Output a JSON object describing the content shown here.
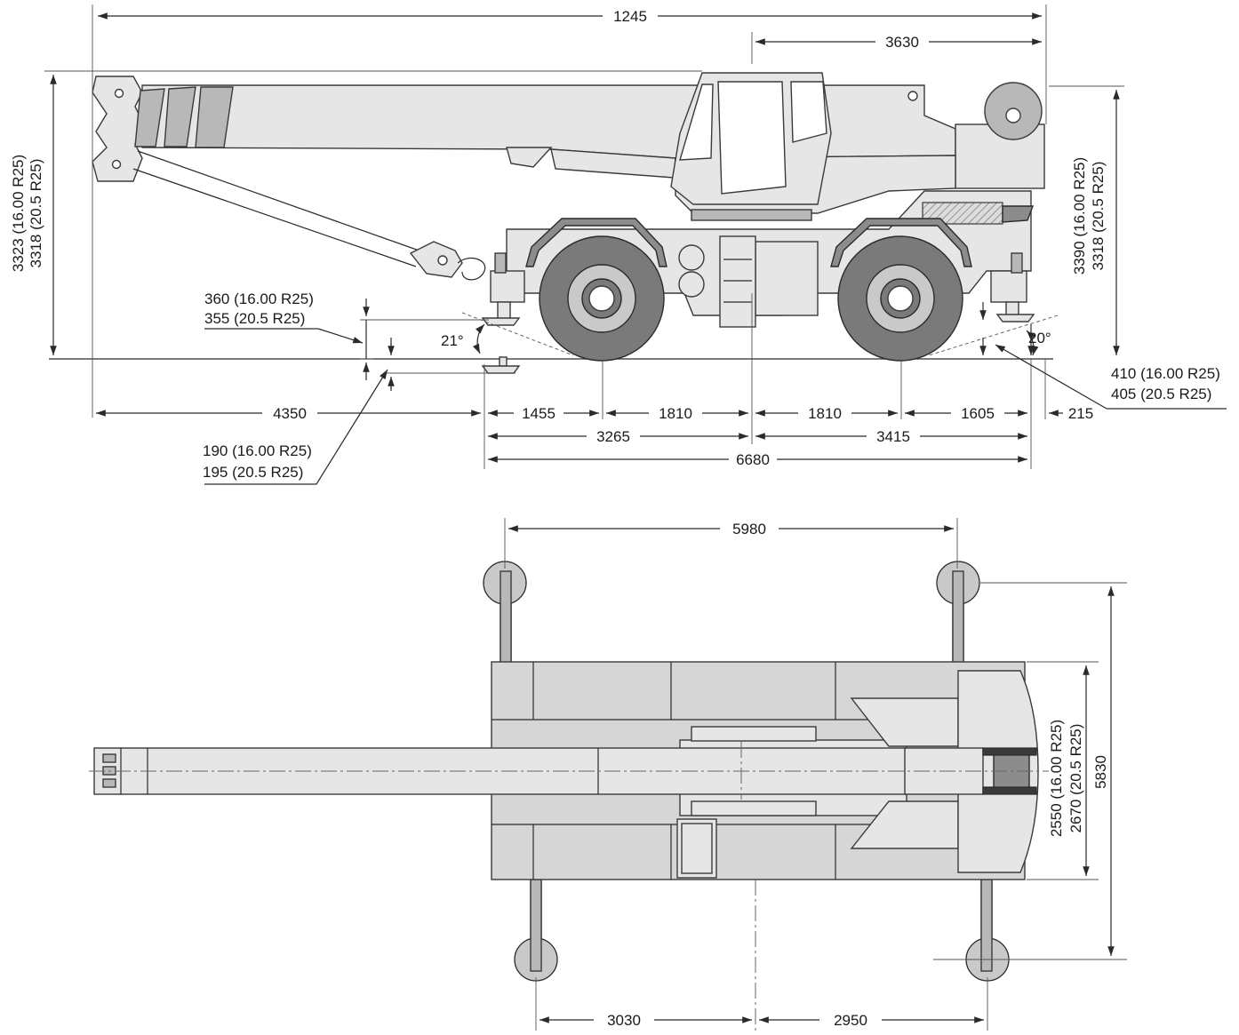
{
  "side_view": {
    "overall_length": "1245",
    "rear_to_slew_center": "3630",
    "boom_overhang": "4350",
    "front_outrigger_to_front_axle": "1455",
    "front_axle_to_center": "1810",
    "center_to_rear_axle": "1810",
    "rear_axle_to_rear_outrigger": "1605",
    "rear_outrigger_overhang": "215",
    "front_outrigger_to_center": "3265",
    "center_to_rear_outrigger": "3415",
    "outrigger_base_length": "6680",
    "approach_angle": "21°",
    "departure_angle": "20°",
    "front_height_16": "3323 (16.00 R25)",
    "front_height_20": "3318 (20.5 R25)",
    "rear_height_16": "3390 (16.00 R25)",
    "rear_height_20": "3318 (20.5 R25)",
    "front_clearance_16": "360 (16.00 R25)",
    "front_clearance_20": "355 (20.5 R25)",
    "outrigger_pad_16": "190 (16.00 R25)",
    "outrigger_pad_20": "195 (20.5 R25)",
    "rear_clearance_16": "410 (16.00 R25)",
    "rear_clearance_20": "405 (20.5 R25)"
  },
  "top_view": {
    "outrigger_spread_length": "5980",
    "outrigger_spread_width": "5830",
    "width_16": "2550 (16.00 R25)",
    "width_20": "2670 (20.5 R25)",
    "front_outrigger_to_center": "3030",
    "center_to_rear_outrigger": "2950"
  },
  "colors": {
    "body_fill": "#e6e6e6",
    "dark_fill": "#b8b8b8",
    "line": "#2a2a2a"
  }
}
